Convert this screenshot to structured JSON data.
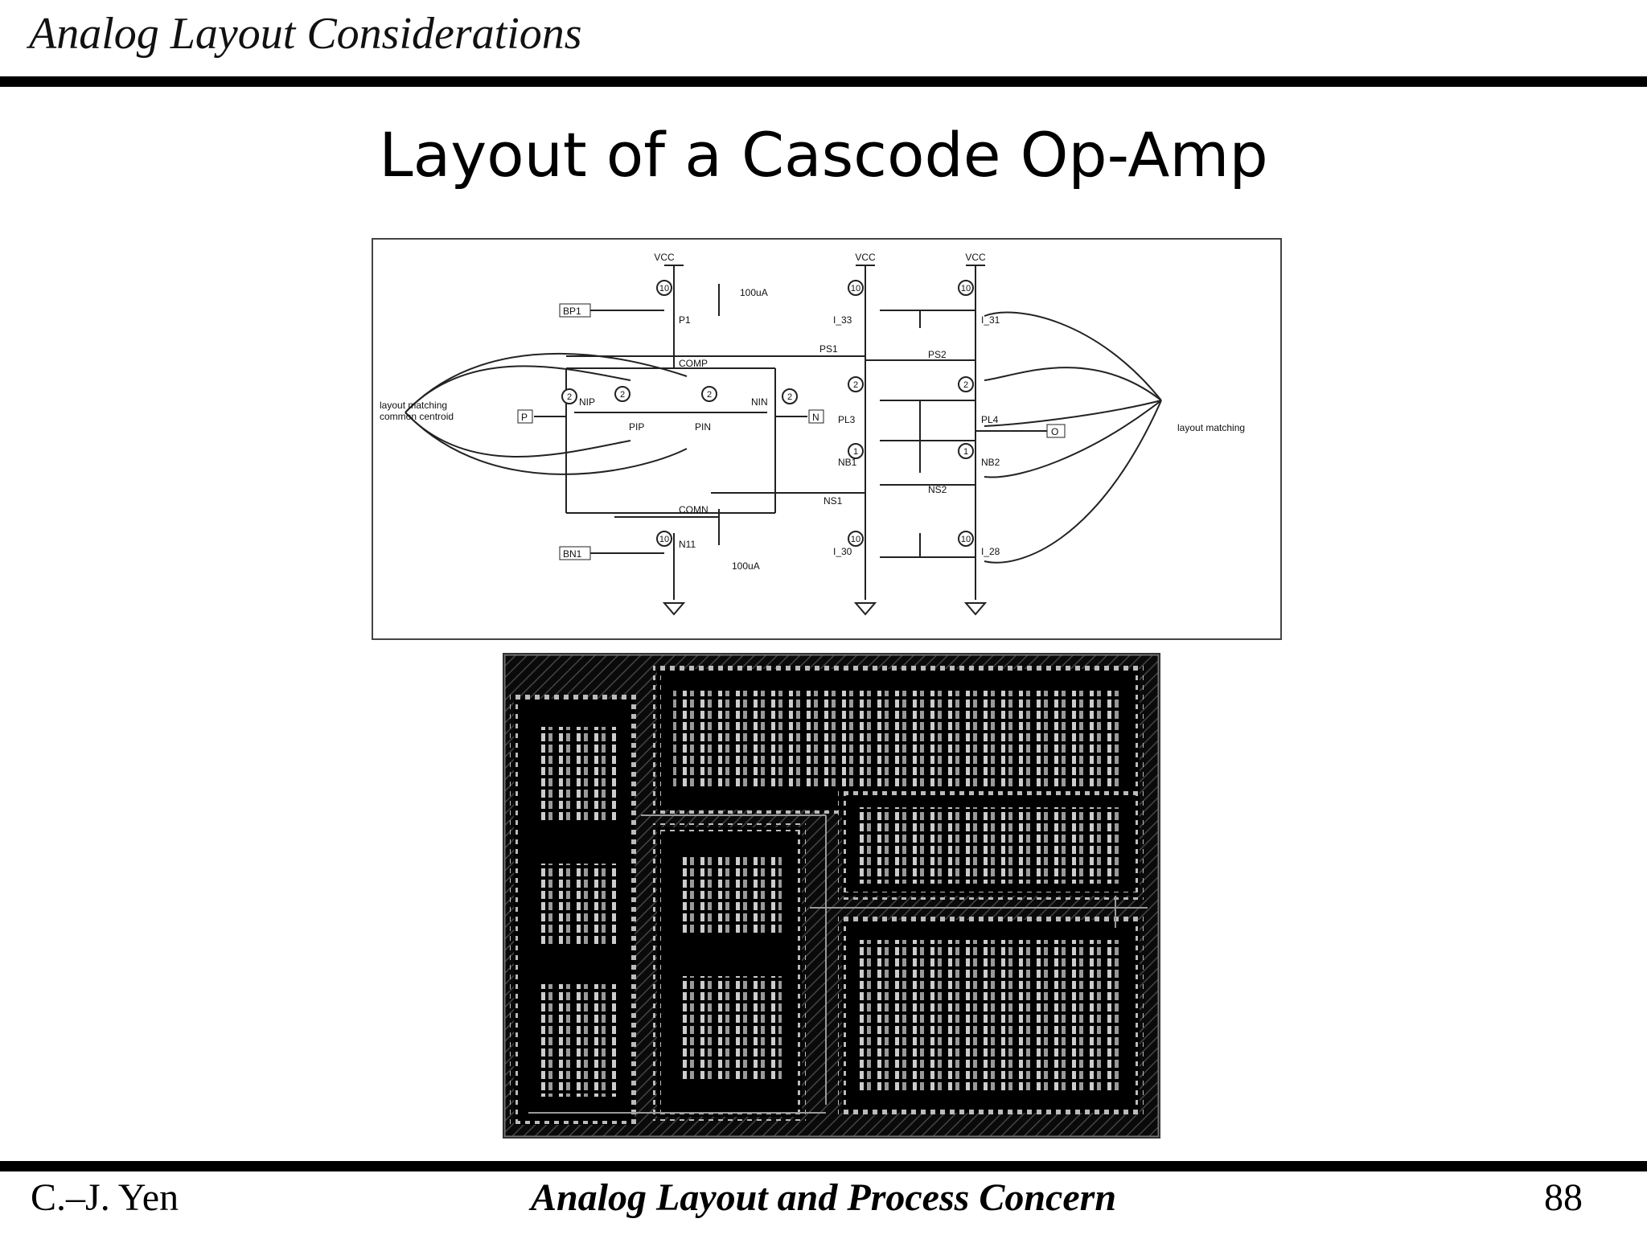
{
  "header": {
    "title": "Analog Layout Considerations"
  },
  "slide": {
    "title": "Layout of a Cascode Op-Amp"
  },
  "schematic": {
    "labels": {
      "vcc": "VCC",
      "bp1": "BP1",
      "bn1": "BN1",
      "p": "P",
      "n": "N",
      "o": "O",
      "p1": "P1",
      "n11": "N11",
      "comp": "COMP",
      "comn": "COMN",
      "nip": "NIP",
      "nin": "NIN",
      "pip": "PIP",
      "pin": "PIN",
      "ps1": "PS1",
      "ps2": "PS2",
      "pl3": "PL3",
      "pl4": "PL4",
      "nb1": "NB1",
      "nb2": "NB2",
      "ns1": "NS1",
      "ns2": "NS2",
      "i33": "I_33",
      "i31": "I_31",
      "i30": "I_30",
      "i28": "I_28",
      "current_top": "100uA",
      "current_bottom": "100uA",
      "left_note_1": "layout matching",
      "left_note_2": "common centroid",
      "right_note": "layout matching",
      "m10": "10",
      "m2": "2",
      "m1": "1"
    }
  },
  "footer": {
    "author": "C.–J. Yen",
    "course": "Analog Layout and Process Concern",
    "page": "88"
  }
}
